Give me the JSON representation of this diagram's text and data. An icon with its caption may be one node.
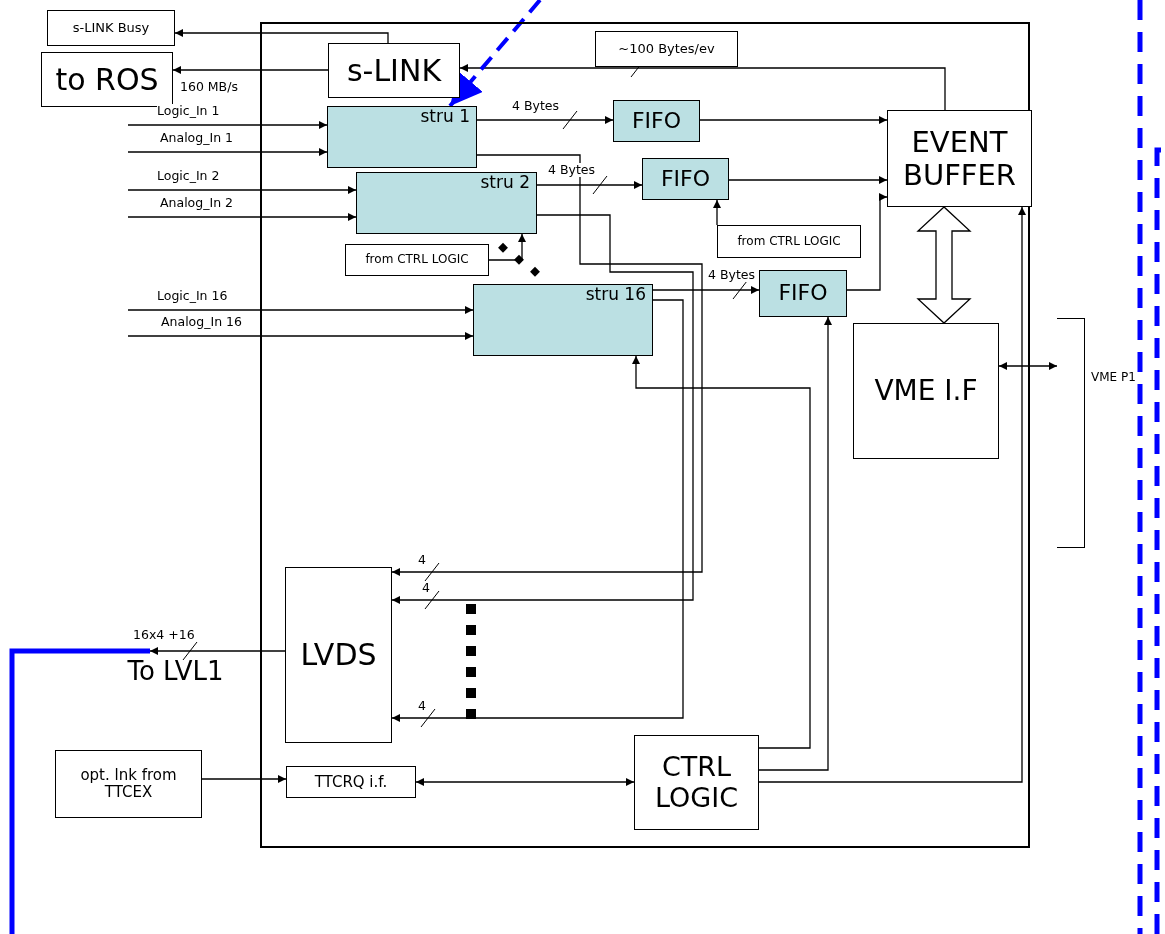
{
  "diagram": {
    "nodes": [
      {
        "text": [],
        "shape": "box"
      },
      {
        "text": [
          "s-LINK Busy"
        ]
      },
      {
        "text": [
          "to ROS"
        ]
      },
      {
        "text": [
          "s-LINK"
        ],
        "in": 0
      },
      {
        "text": [
          "~100 Bytes/ev"
        ],
        "in": 0
      },
      {
        "text": [
          "stru 1"
        ],
        "in": 0
      },
      {
        "text": [
          "stru 2"
        ],
        "in": 0
      },
      {
        "text": [
          "FIFO"
        ],
        "in": 0
      },
      {
        "text": [
          "FIFO"
        ],
        "in": 0
      },
      {
        "text": [
          "EVENT BUFFER"
        ],
        "in": 0
      },
      {
        "text": [
          "from CTRL LOGIC"
        ],
        "in": 0
      },
      {
        "text": [
          "from CTRL LOGIC"
        ],
        "in": 0
      },
      {
        "text": [
          "stru 16"
        ],
        "in": 0
      },
      {
        "text": [
          "FIFO"
        ],
        "in": 0
      },
      {
        "text": [
          "VME I.F"
        ],
        "in": 0
      },
      {
        "text": [],
        "shape": "bar",
        "beside": [
          "VME P1"
        ]
      },
      {
        "text": [
          "LVDS"
        ],
        "in": 0
      },
      {
        "text": [
          "opt. lnk from TTCEX"
        ]
      },
      {
        "text": [
          "TTCRQ i.f."
        ],
        "in": 0
      },
      {
        "text": [
          "CTRL LOGIC"
        ],
        "in": 0
      },
      {
        "text": [
          "To LVL1"
        ]
      }
    ],
    "edges": [
      {
        "from": 3,
        "to": 1,
        "arrow": "to"
      },
      {
        "from": 3,
        "to": 2,
        "arrow": "to",
        "label": "160 MB/s"
      },
      {
        "from": 9,
        "to": 3,
        "arrow": "to"
      },
      {
        "from": null,
        "to": 5,
        "arrow": "to",
        "style": "dashed",
        "color": "#0000ff"
      },
      {
        "from": 5,
        "to": 7,
        "arrow": "to",
        "label": "4 Bytes"
      },
      {
        "from": 6,
        "to": 8,
        "arrow": "to",
        "label": "4 Bytes"
      },
      {
        "from": 7,
        "to": 9,
        "arrow": "to"
      },
      {
        "from": 8,
        "to": 9,
        "arrow": "to"
      },
      {
        "from": 13,
        "to": 9,
        "arrow": "to"
      },
      {
        "from": 11,
        "to": 8,
        "arrow": "to"
      },
      {
        "from": 10,
        "to": 6,
        "arrow": "to"
      },
      {
        "from": 12,
        "to": 13,
        "arrow": "to",
        "label": "4 Bytes"
      },
      {
        "from": 9,
        "to": 14,
        "arrow": "both",
        "style": "thick"
      },
      {
        "from": 14,
        "to": 15,
        "arrow": "both"
      },
      {
        "from": 19,
        "to": 9,
        "arrow": "to"
      },
      {
        "from": 19,
        "to": 13,
        "arrow": "to"
      },
      {
        "from": 19,
        "to": 12,
        "arrow": "to"
      },
      {
        "from": 5,
        "to": 16,
        "arrow": "to",
        "label": "4"
      },
      {
        "from": 6,
        "to": 16,
        "arrow": "to",
        "label": "4"
      },
      {
        "from": 12,
        "to": 16,
        "arrow": "to",
        "label": "4"
      },
      {
        "from": 16,
        "to": 20,
        "arrow": "to",
        "label": "16x4 +16"
      },
      {
        "from": 17,
        "to": 18,
        "arrow": "to"
      },
      {
        "from": 18,
        "to": 19,
        "arrow": "both"
      },
      {
        "from": null,
        "to": 5,
        "arrow": "to",
        "label": "Logic_In 1"
      },
      {
        "from": null,
        "to": 5,
        "arrow": "to",
        "label": "Analog_In 1"
      },
      {
        "from": null,
        "to": 6,
        "arrow": "to",
        "label": "Logic_In 2"
      },
      {
        "from": null,
        "to": 6,
        "arrow": "to",
        "label": "Analog_In 2"
      },
      {
        "from": null,
        "to": 12,
        "arrow": "to",
        "label": "Logic_In 16"
      },
      {
        "from": null,
        "to": 12,
        "arrow": "to",
        "label": "Analog_In 16"
      },
      {
        "from": null,
        "to": 20,
        "arrow": "none",
        "style": "thick",
        "color": "#0000ff"
      }
    ]
  }
}
